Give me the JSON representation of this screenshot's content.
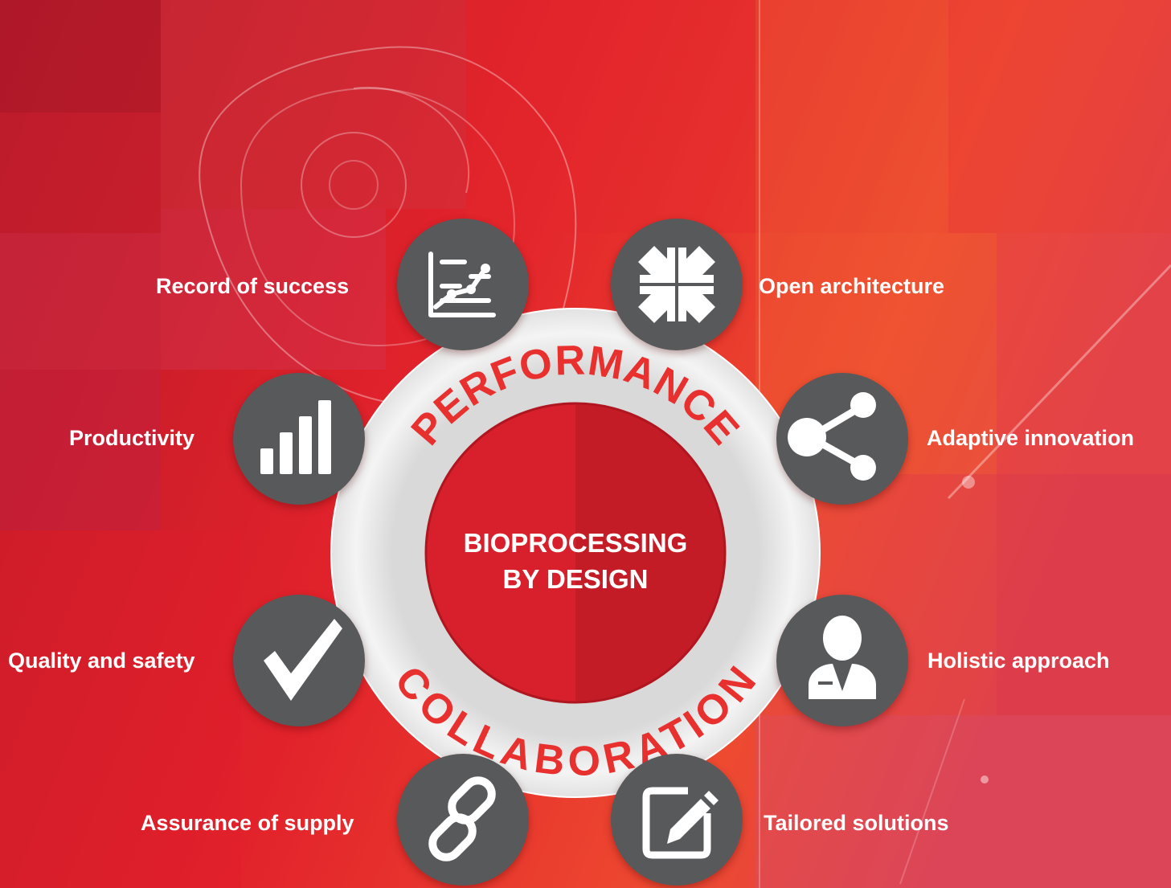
{
  "center": {
    "line1": "BIOPROCESSING",
    "line2": "BY DESIGN",
    "top_arc": "PERFORMANCE",
    "bottom_arc": "COLLABORATION"
  },
  "items": [
    {
      "label": "Record of success",
      "icon": "line-chart-icon"
    },
    {
      "label": "Open architecture",
      "icon": "compress-arrows-icon"
    },
    {
      "label": "Productivity",
      "icon": "bar-chart-icon"
    },
    {
      "label": "Adaptive innovation",
      "icon": "share-icon"
    },
    {
      "label": "Quality and safety",
      "icon": "checkmark-icon"
    },
    {
      "label": "Holistic approach",
      "icon": "person-icon"
    },
    {
      "label": "Assurance of supply",
      "icon": "chain-link-icon"
    },
    {
      "label": "Tailored solutions",
      "icon": "edit-icon"
    }
  ],
  "colors": {
    "red": "#d8202a",
    "dark_red": "#c01a24",
    "bubble": "#58595b",
    "ring": "#efefef",
    "text_red": "#e8302e"
  }
}
